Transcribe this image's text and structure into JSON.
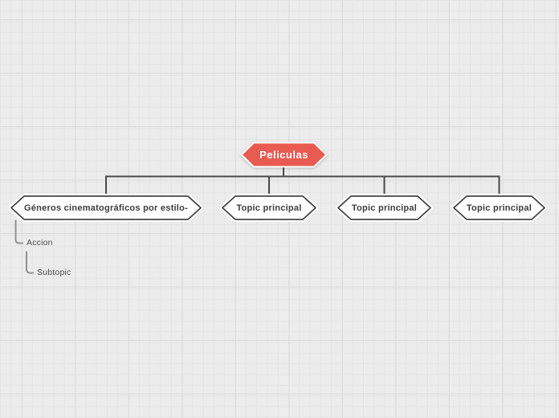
{
  "app": {
    "view_label": "mind-map-canvas"
  },
  "colors": {
    "canvas_bg": "#ECECEC",
    "grid_minor": "#E4E4E4",
    "grid_major": "#DCDCDC",
    "root_fill": "#E85B51",
    "root_text": "#FFFFFF",
    "node_fill": "#FFFFFF",
    "node_border": "#454545",
    "node_text": "#3C3C3C",
    "connector": "#4A4A4A",
    "subtopic_connector": "#929292",
    "subtopic_text": "#4D4D4D"
  },
  "mindmap": {
    "root": {
      "label": "Peliculas"
    },
    "children": [
      {
        "label": "Géneros cinematográficos por estilo-"
      },
      {
        "label": "Topic principal"
      },
      {
        "label": "Topic principal"
      },
      {
        "label": "Topic principal"
      }
    ],
    "subtopics": [
      {
        "label": "Accion",
        "level": 1,
        "parent": "Géneros cinematográficos por estilo-"
      },
      {
        "label": "Subtopic",
        "level": 2,
        "parent": "Accion"
      }
    ]
  }
}
